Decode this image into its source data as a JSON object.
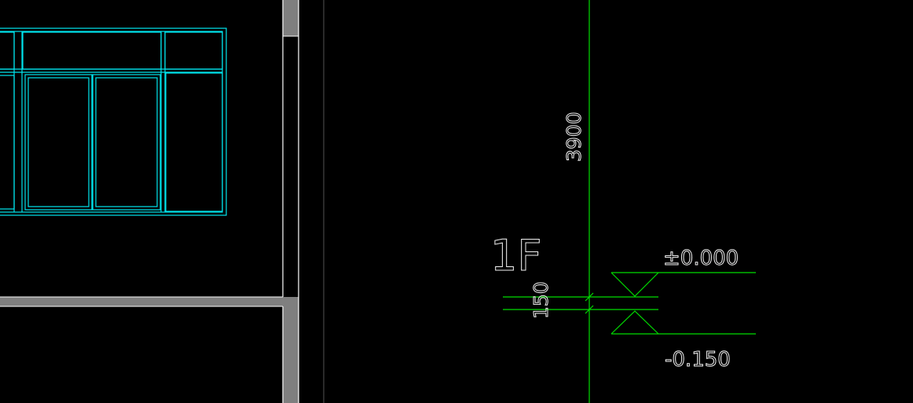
{
  "drawing": {
    "floor_label": "1F",
    "vertical_dimension": "3900",
    "slab_dimension": "150",
    "level_upper": "±0.000",
    "level_lower": "-0.150"
  },
  "colors": {
    "background": "#000000",
    "window_lines": "#00e5ee",
    "dimension_lines": "#00dd00",
    "wall_fill": "#7f7f7f",
    "wall_edge": "#ffffff",
    "text": "#f2f2f2"
  }
}
